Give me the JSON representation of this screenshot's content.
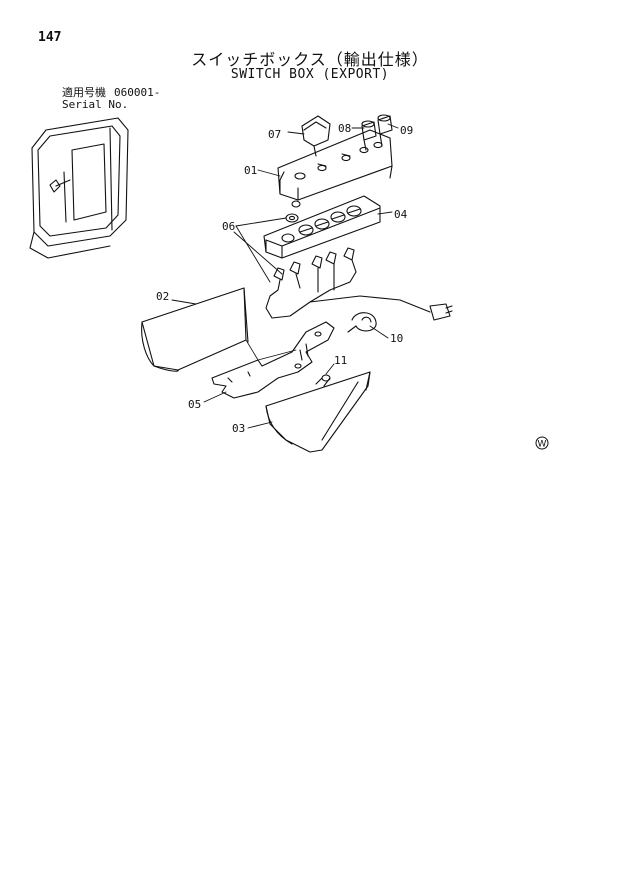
{
  "page": {
    "number": "147"
  },
  "header": {
    "title_jp": "スイッチボックス（輸出仕様）",
    "title_en": "SWITCH BOX (EXPORT)"
  },
  "serial": {
    "label_jp": "適用号機",
    "value": "060001-",
    "label_en": "Serial No."
  },
  "callouts": [
    "07",
    "08",
    "09",
    "01",
    "06",
    "04",
    "02",
    "10",
    "11",
    "05",
    "03"
  ],
  "mark": "W"
}
